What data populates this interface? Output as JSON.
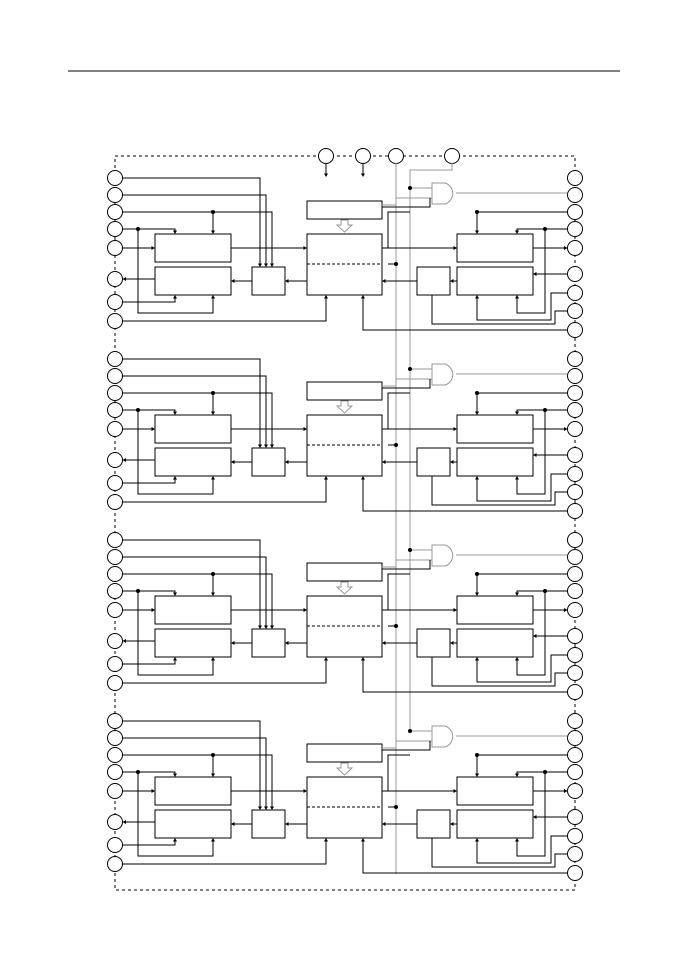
{
  "diagram": {
    "title": "",
    "top_pins": 4,
    "channels": 4,
    "left_pins_per_channel": 8,
    "right_pins_per_channel": 9,
    "colors": {
      "line": "#000000",
      "gray_line": "#9a9a9a",
      "background": "#ffffff"
    },
    "icons": {
      "and_gate": "and-gate-icon",
      "hollow_arrow": "hollow-down-arrow-icon"
    }
  }
}
